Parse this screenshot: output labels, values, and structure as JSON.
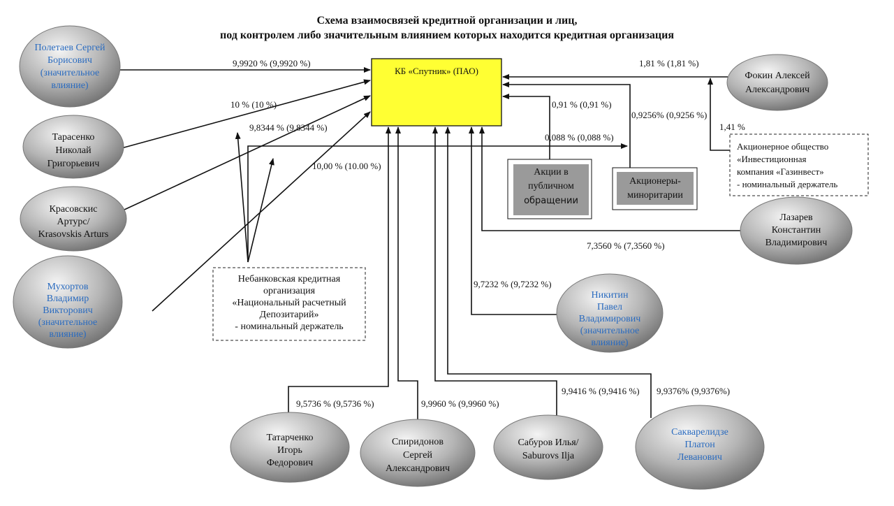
{
  "title": {
    "line1": "Схема взаимосвязей кредитной организации и лиц,",
    "line2": "под контролем либо значительным влиянием которых находится кредитная организация"
  },
  "center": {
    "label": "КБ «Спутник» (ПАО)",
    "color": "#ffff33"
  },
  "nodes": {
    "poletaev": [
      "Полетаев Сергей",
      "Борисович",
      "(значительное",
      "влияние)"
    ],
    "tarasenko": [
      "Тарасенко",
      "Николай",
      "Григорьевич"
    ],
    "krasovskis": [
      "Красовскис",
      "Артурс/",
      "Krasovskis Arturs"
    ],
    "mukhortov": [
      "Мухортов",
      "Владимир",
      "Викторович",
      "(значительное",
      "влияние)"
    ],
    "fokin": [
      "Фокин Алексей",
      "Александрович"
    ],
    "lazarev": [
      "Лазарев",
      "Константин",
      "Владимирович"
    ],
    "nikitin": [
      "Никитин",
      "Павел",
      "Владимирович",
      "(значительное",
      "влияние)"
    ],
    "tatarchenko": [
      "Татарченко",
      "Игорь",
      "Федорович"
    ],
    "spiridonov": [
      "Спиридонов",
      "Сергей",
      "Александрович"
    ],
    "saburov": [
      "Сабуров Илья/",
      "Saburovs Ilja"
    ],
    "sakvarelidze": [
      "Сакварелидзе",
      "Платон",
      "Леванович"
    ],
    "nko": [
      "Небанковская кредитная",
      "организация",
      "«Национальный расчетный",
      "Депозитарий»",
      "- номинальный держатель"
    ],
    "ao": [
      "Акционерное общество",
      "«Инвестиционная",
      "компания «Газинвест»",
      "- номинальный держатель"
    ],
    "akcii": [
      "Акции в",
      "публичном",
      "обращении"
    ],
    "akcionery": [
      "Акционеры-",
      "миноритарии"
    ]
  },
  "labels": {
    "poletaev": "9,9920 % (9,9920 %)",
    "tarasenko": "10 %   (10 %)",
    "krasovskis": "9,8344 %  (9,8344 %)",
    "mukhortov": "10,00 % (10.00 %)",
    "fokin": "1,81 % (1,81 %)",
    "akcii": "0,91 % (0,91 %)",
    "akcionery": "0,9256% (0,9256 %)",
    "nko_minor": "0,088 % (0,088 %)",
    "ao": "1,41 %",
    "lazarev": "7,3560 % (7,3560 %)",
    "nikitin": "9,7232 % (9,7232 %)",
    "tatarchenko": "9,5736 % (9,5736 %)",
    "spiridonov": "9,9960 % (9,9960 %)",
    "saburov": "9,9416 % (9,9416 %)",
    "sakvarelidze": "9,9376% (9,9376%)"
  },
  "colors": {
    "person_blue": "#2a6bbf",
    "ellipse_grey": "#8c8c8c",
    "inner_grey": "#9a9a9a"
  }
}
